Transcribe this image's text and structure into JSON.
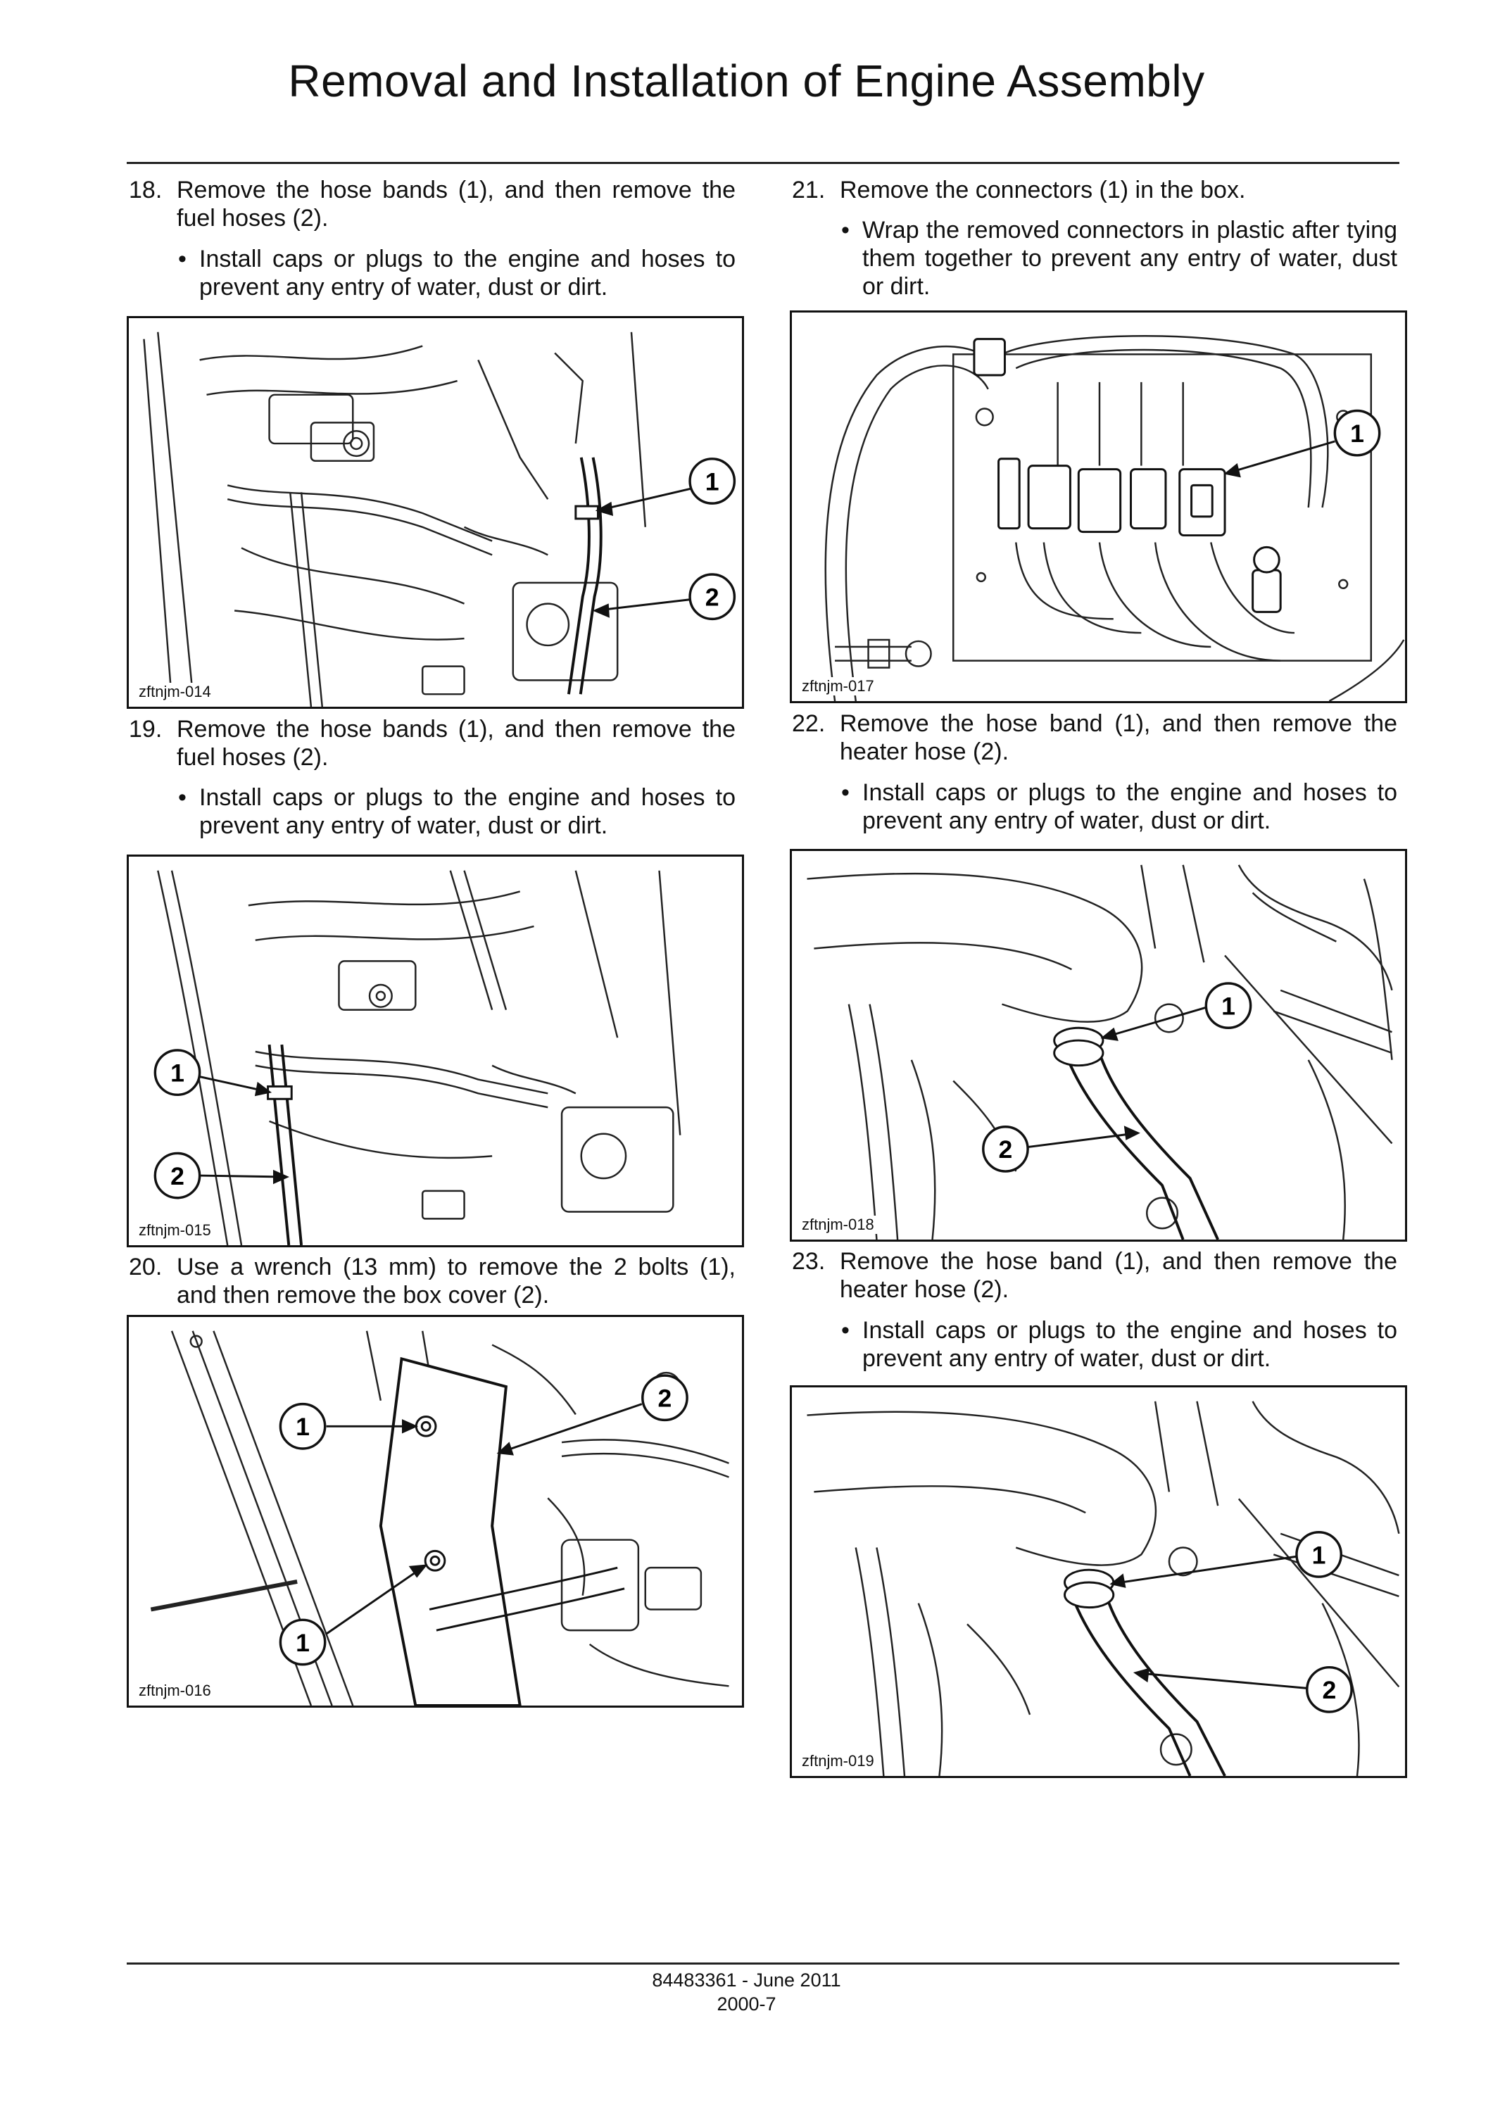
{
  "page": {
    "title": "Removal and Installation of Engine Assembly",
    "footer_doc": "84483361 - June 2011",
    "footer_page": "2000-7"
  },
  "left": {
    "s18": {
      "num": "18.",
      "text": "Remove the hose bands (1), and then remove the fuel hoses (2).",
      "bullet": "Install caps or plugs to the engine and hoses to prevent any entry of water, dust or dirt.",
      "figure_id": "zftnjm-014",
      "callouts": [
        "1",
        "2"
      ]
    },
    "s19": {
      "num": "19.",
      "text": "Remove the hose bands (1), and then remove the fuel hoses (2).",
      "bullet": "Install caps or plugs to the engine and hoses to prevent any entry of water, dust or dirt.",
      "figure_id": "zftnjm-015",
      "callouts": [
        "1",
        "2"
      ]
    },
    "s20": {
      "num": "20.",
      "text": "Use a wrench (13 mm) to remove the 2 bolts (1), and then remove the box cover (2).",
      "figure_id": "zftnjm-016",
      "callouts": [
        "1",
        "2",
        "1"
      ]
    }
  },
  "right": {
    "s21": {
      "num": "21.",
      "text": "Remove the connectors (1) in the box.",
      "bullet": "Wrap the removed connectors in plastic after tying them together to prevent any entry of water, dust or dirt.",
      "figure_id": "zftnjm-017",
      "callouts": [
        "1"
      ]
    },
    "s22": {
      "num": "22.",
      "text": "Remove the hose band (1), and then remove the heater hose (2).",
      "bullet": "Install caps or plugs to the engine and hoses to prevent any entry of water, dust or dirt.",
      "figure_id": "zftnjm-018",
      "callouts": [
        "1",
        "2"
      ]
    },
    "s23": {
      "num": "23.",
      "text": "Remove the hose band (1), and then remove the heater hose (2).",
      "bullet": "Install caps or plugs to the engine and hoses to prevent any entry of water, dust or dirt.",
      "figure_id": "zftnjm-019",
      "callouts": [
        "1",
        "2"
      ]
    }
  },
  "bullet_glyph": "•"
}
